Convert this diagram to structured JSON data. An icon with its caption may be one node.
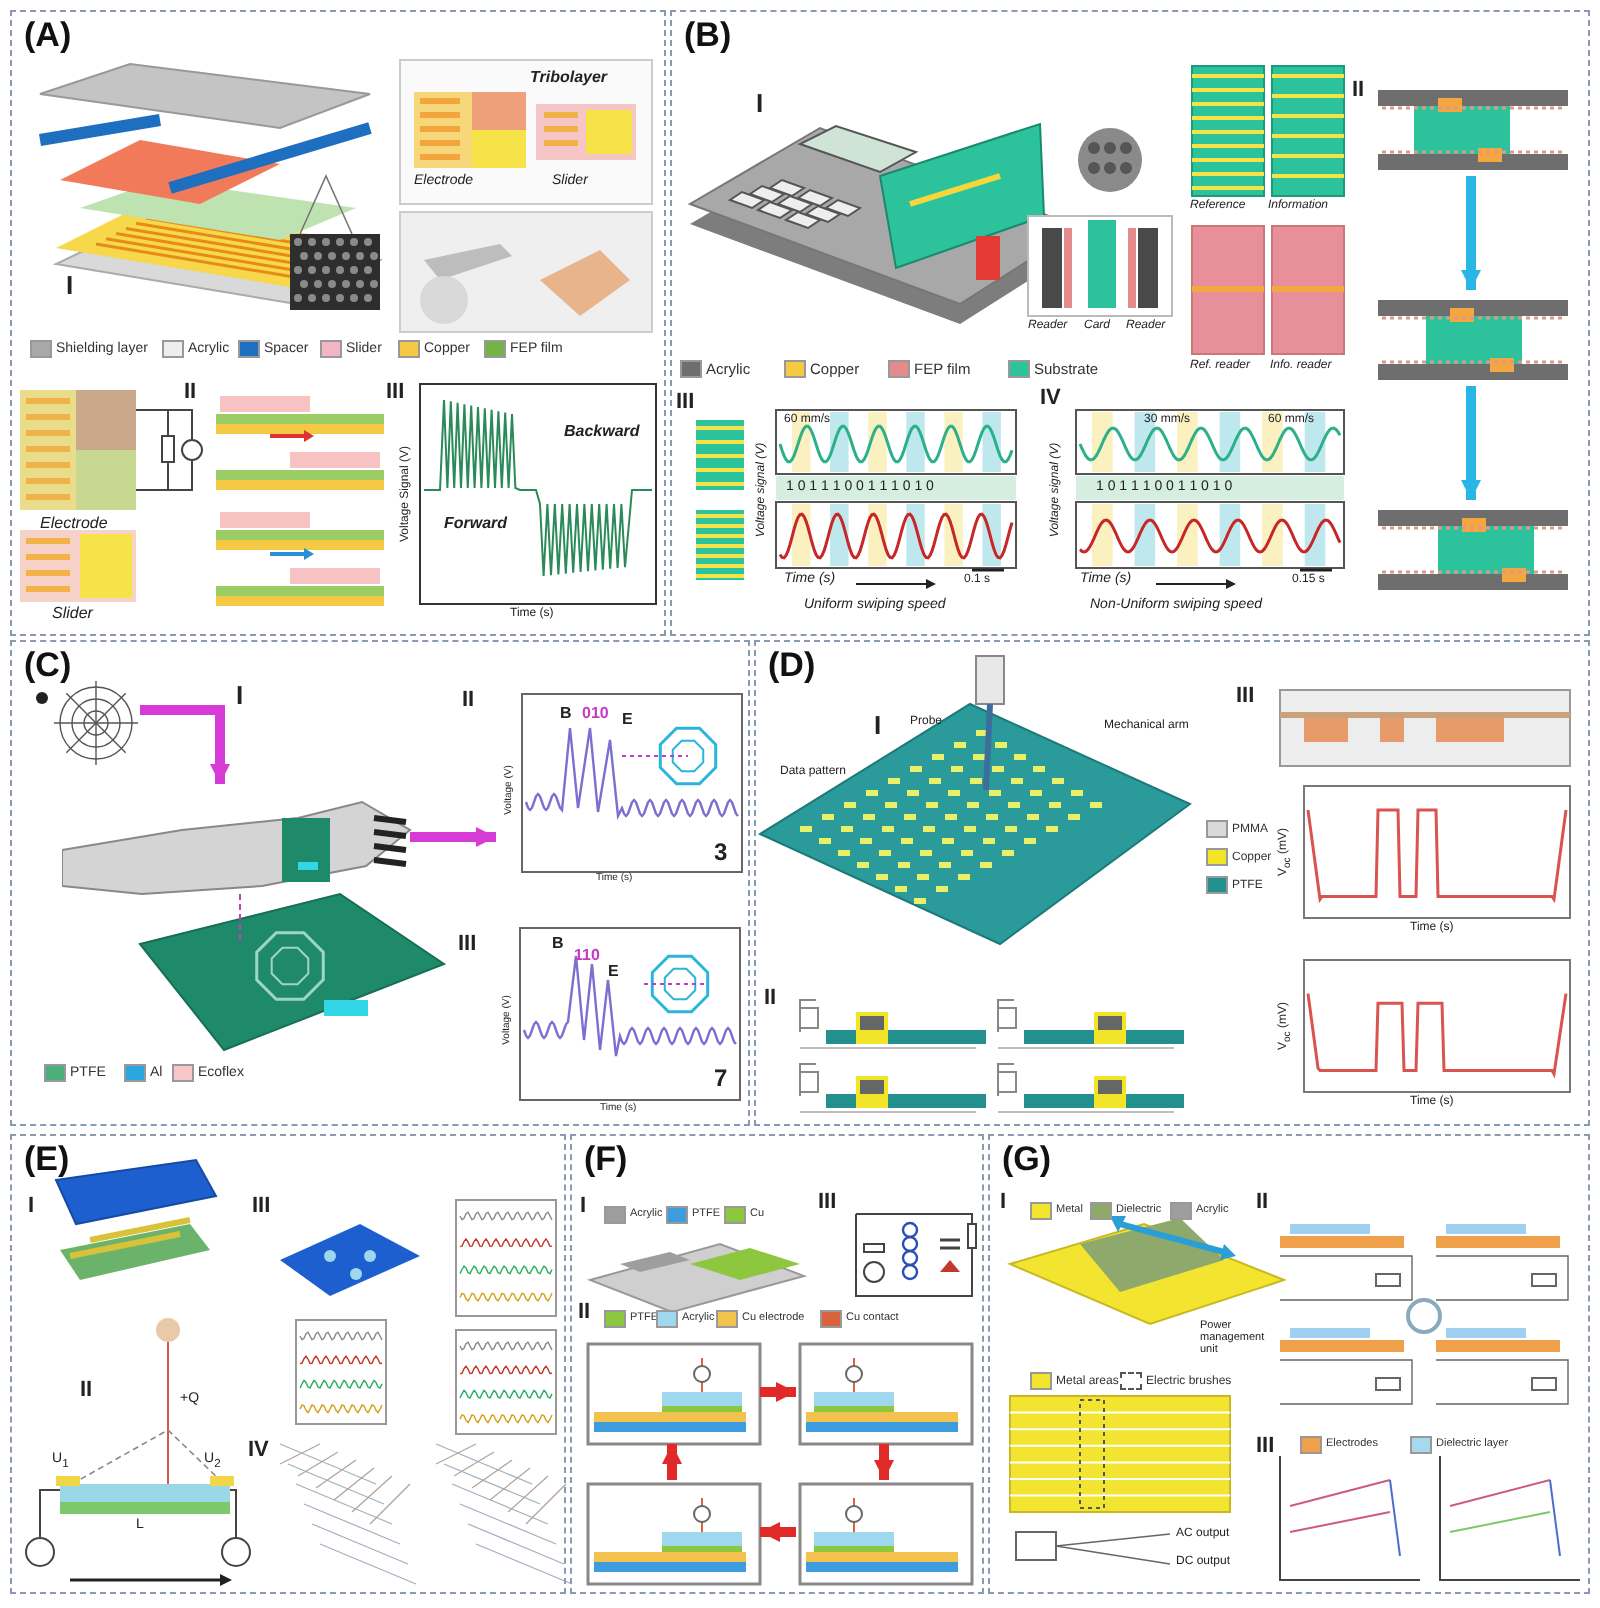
{
  "diagram": {
    "nodes": [
      {
        "text": [
          "(A)"
        ]
      },
      {
        "text": [
          "(B)"
        ]
      },
      {
        "text": [],
        "shape": "picture",
        "in": 1
      },
      {
        "text": [],
        "shape": "picture",
        "in": 1
      },
      {
        "text": [],
        "shape": "picture",
        "in": 1
      },
      {
        "text": [
          "(C)"
        ]
      },
      {
        "text": [],
        "shape": "picture",
        "in": 5
      },
      {
        "text": [],
        "shape": "picture",
        "in": 5
      },
      {
        "text": [],
        "shape": "picture",
        "in": 5
      },
      {
        "text": [
          "(D)"
        ]
      },
      {
        "text": [
          "(E)"
        ]
      },
      {
        "text": [
          "(F)"
        ]
      },
      {
        "text": [],
        "shape": "picture",
        "in": 11
      },
      {
        "text": [],
        "shape": "picture",
        "in": 11
      },
      {
        "text": [],
        "shape": "picture",
        "in": 11
      },
      {
        "text": [],
        "shape": "picture",
        "in": 11
      },
      {
        "text": [
          "(G)"
        ]
      }
    ],
    "edges": [
      {
        "from": 2,
        "to": 3,
        "arrow": "to",
        "color": "#29b6e6"
      },
      {
        "from": 3,
        "to": 4,
        "arrow": "to",
        "color": "#29b6e6"
      },
      {
        "from": 6,
        "to": 7,
        "arrow": "to",
        "color": "#d63bd6"
      },
      {
        "from": 7,
        "to": 8,
        "arrow": "to",
        "color": "#d63bd6"
      },
      {
        "from": 12,
        "to": 13,
        "arrow": "to",
        "color": "#e02a2a"
      },
      {
        "from": 13,
        "to": 15,
        "arrow": "to",
        "color": "#e02a2a"
      },
      {
        "from": 15,
        "to": 14,
        "arrow": "to",
        "color": "#e02a2a"
      },
      {
        "from": 14,
        "to": 12,
        "arrow": "to",
        "color": "#e02a2a"
      }
    ],
    "labels": [
      "I",
      "Tribolayer",
      "Electrode",
      "Slider",
      "II",
      "Electrode",
      "Slider",
      "III",
      "Voltage Signal (V)",
      "Time (s)",
      "Forward",
      "Backward",
      "I",
      "Reference",
      "Information",
      "Reader",
      "Card",
      "Reader",
      "Ref. reader",
      "Info. reader",
      "II",
      "III",
      "IV",
      "60 mm/s",
      "Voltage signal (V)",
      "1 0 1 1 1 0 0 1 1 1 0 1 0",
      "Time (s)",
      "0.1 s",
      "Uniform swiping speed",
      "30 mm/s",
      "60 mm/s",
      "1 0 1 1 1 0 0 1 1 0 1 0",
      "Time (s)",
      "0.15 s",
      "Non-Uniform swiping speed",
      "I",
      "II",
      "B",
      "010",
      "E",
      "3",
      "Voltage (V)",
      "Time (s)",
      "III",
      "B",
      "110",
      "E",
      "7",
      "Voltage (V)",
      "Time (s)",
      "I",
      "Probe",
      "Mechanical arm",
      "Data pattern",
      "II",
      "III",
      "V$_{oc}$ (mV)",
      "Time (s)",
      "V$_{oc}$ (mV)",
      "Time (s)",
      "I",
      "II",
      "III",
      "IV",
      "+Q",
      "U$_{1}$",
      "U$_{2}$",
      "L",
      "I",
      "III",
      "II",
      "I",
      "II",
      "III",
      "Power management unit",
      "AC output",
      "DC output",
      "Voltage signal (V)"
    ],
    "legend": [
      {
        "text": "Shielding layer",
        "color": "#a8a8a8"
      },
      {
        "text": "Acrylic",
        "color": "#eeeeee"
      },
      {
        "text": "Spacer",
        "color": "#1f6fc0"
      },
      {
        "text": "Slider",
        "color": "#f2b5c4"
      },
      {
        "text": "Copper",
        "color": "#f6c945"
      },
      {
        "text": "FEP film",
        "color": "#74b446"
      },
      {
        "text": "Acrylic",
        "color": "#6e6e6e"
      },
      {
        "text": "Copper",
        "color": "#f6c945"
      },
      {
        "text": "FEP film",
        "color": "#e48a8a"
      },
      {
        "text": "Substrate",
        "color": "#2cc39c"
      },
      {
        "text": "PTFE",
        "color": "#4caf7a"
      },
      {
        "text": "Al",
        "color": "#2aa7df"
      },
      {
        "text": "Ecoflex",
        "color": "#f7c6c6"
      },
      {
        "text": "PMMA",
        "color": "#d9d9d9"
      },
      {
        "text": "Copper",
        "color": "#f2e527"
      },
      {
        "text": "PTFE",
        "color": "#23908e"
      },
      {
        "text": "Acrylic",
        "color": "#9e9e9e"
      },
      {
        "text": "PTFE",
        "color": "#3d9be0"
      },
      {
        "text": "Cu",
        "color": "#8dc63f"
      },
      {
        "text": "PTFE",
        "color": "#8dc63f"
      },
      {
        "text": "Acrylic",
        "color": "#9fd8ee"
      },
      {
        "text": "Cu electrode",
        "color": "#f2c14e"
      },
      {
        "text": "Cu contact",
        "color": "#d9633a"
      },
      {
        "text": "Metal",
        "color": "#f3e52f"
      },
      {
        "text": "Dielectric",
        "color": "#8fa86c"
      },
      {
        "text": "Acrylic",
        "color": "#9e9e9e"
      },
      {
        "text": "Metal areas",
        "color": "#f3e52f"
      },
      {
        "text": "Electric brushes"
      },
      {
        "text": "Electrodes",
        "color": "#f0a04b"
      },
      {
        "text": "Dielectric layer",
        "color": "#a8d8ee"
      }
    ]
  }
}
